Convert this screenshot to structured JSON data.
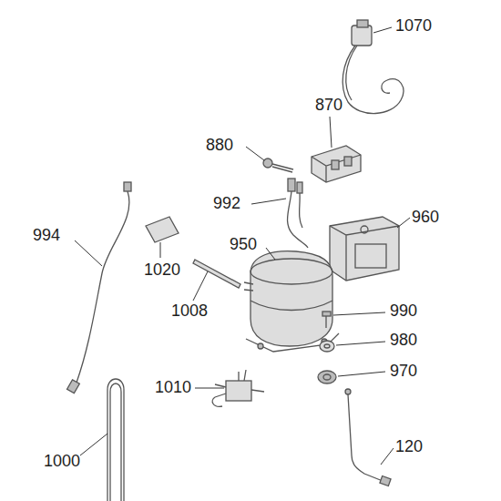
{
  "diagram": {
    "labels": [
      "1070",
      "870",
      "880",
      "992",
      "960",
      "994",
      "950",
      "1020",
      "1008",
      "990",
      "980",
      "970",
      "1010",
      "1000",
      "120"
    ]
  }
}
